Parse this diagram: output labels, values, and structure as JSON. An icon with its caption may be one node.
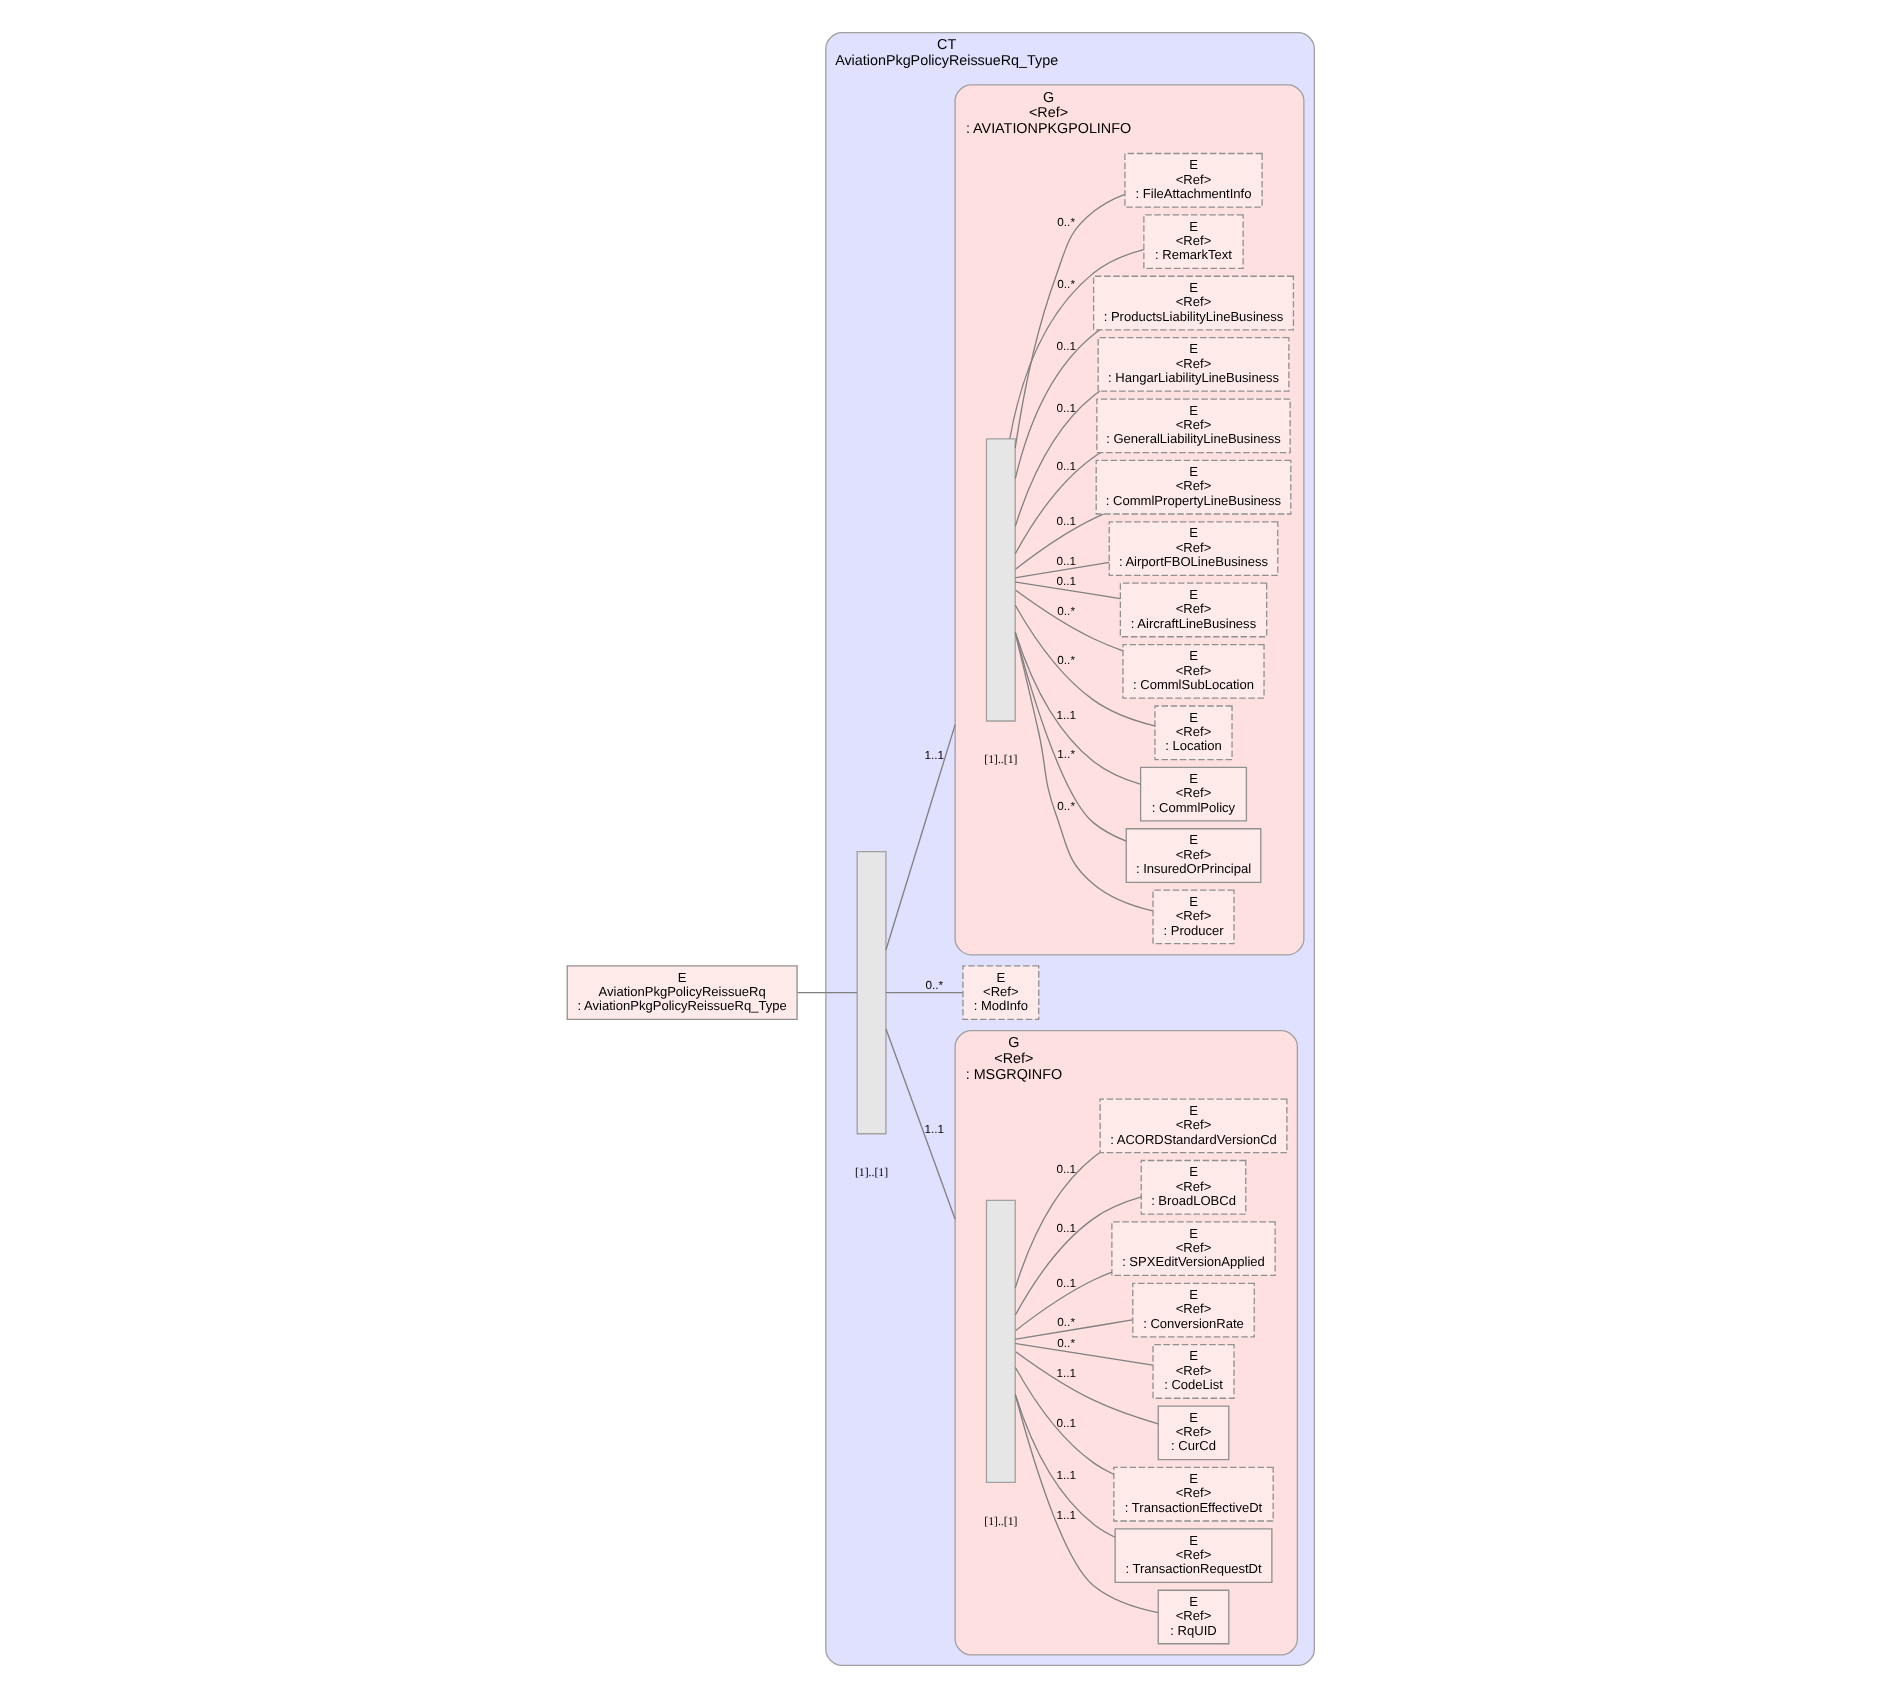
{
  "diagram": {
    "nodes": [
      {
        "text": [
          "E",
          "AviationPkgPolicyReissueRq",
          ": AviationPkgPolicyReissueRq_Type"
        ]
      },
      {
        "text": [
          "CT",
          "AviationPkgPolicyReissueRq_Type"
        ]
      },
      {
        "text": [],
        "shape": "bar",
        "in": 1,
        "beside": [
          "[1]..[1]"
        ]
      },
      {
        "text": [
          "G",
          "<Ref>",
          ": MSGRQINFO"
        ],
        "in": 1
      },
      {
        "text": [],
        "shape": "bar",
        "in": 3,
        "beside": [
          "[1]..[1]"
        ]
      },
      {
        "text": [
          "E",
          "<Ref>",
          ": RqUID"
        ],
        "in": 3
      },
      {
        "text": [
          "E",
          "<Ref>",
          ": TransactionRequestDt"
        ],
        "in": 3
      },
      {
        "text": [
          "E",
          "<Ref>",
          ": TransactionEffectiveDt"
        ],
        "in": 3
      },
      {
        "text": [
          "E",
          "<Ref>",
          ": CurCd"
        ],
        "in": 3
      },
      {
        "text": [
          "E",
          "<Ref>",
          ": CodeList"
        ],
        "in": 3
      },
      {
        "text": [
          "E",
          "<Ref>",
          ": ConversionRate"
        ],
        "in": 3
      },
      {
        "text": [
          "E",
          "<Ref>",
          ": SPXEditVersionApplied"
        ],
        "in": 3
      },
      {
        "text": [
          "E",
          "<Ref>",
          ": BroadLOBCd"
        ],
        "in": 3
      },
      {
        "text": [
          "E",
          "<Ref>",
          ": ACORDStandardVersionCd"
        ],
        "in": 3
      },
      {
        "text": [
          "E",
          "<Ref>",
          ": ModInfo"
        ],
        "in": 1
      },
      {
        "text": [
          "G",
          "<Ref>",
          ": AVIATIONPKGPOLINFO"
        ],
        "in": 1
      },
      {
        "text": [],
        "shape": "bar",
        "in": 15,
        "beside": [
          "[1]..[1]"
        ]
      },
      {
        "text": [
          "E",
          "<Ref>",
          ": Producer"
        ],
        "in": 15
      },
      {
        "text": [
          "E",
          "<Ref>",
          ": InsuredOrPrincipal"
        ],
        "in": 15
      },
      {
        "text": [
          "E",
          "<Ref>",
          ": CommlPolicy"
        ],
        "in": 15
      },
      {
        "text": [
          "E",
          "<Ref>",
          ": Location"
        ],
        "in": 15
      },
      {
        "text": [
          "E",
          "<Ref>",
          ": CommlSubLocation"
        ],
        "in": 15
      },
      {
        "text": [
          "E",
          "<Ref>",
          ": AircraftLineBusiness"
        ],
        "in": 15
      },
      {
        "text": [
          "E",
          "<Ref>",
          ": AirportFBOLineBusiness"
        ],
        "in": 15
      },
      {
        "text": [
          "E",
          "<Ref>",
          ": CommlPropertyLineBusiness"
        ],
        "in": 15
      },
      {
        "text": [
          "E",
          "<Ref>",
          ": GeneralLiabilityLineBusiness"
        ],
        "in": 15
      },
      {
        "text": [
          "E",
          "<Ref>",
          ": HangarLiabilityLineBusiness"
        ],
        "in": 15
      },
      {
        "text": [
          "E",
          "<Ref>",
          ": ProductsLiabilityLineBusiness"
        ],
        "in": 15
      },
      {
        "text": [
          "E",
          "<Ref>",
          ": RemarkText"
        ],
        "in": 15
      },
      {
        "text": [
          "E",
          "<Ref>",
          ": FileAttachmentInfo"
        ],
        "in": 15
      }
    ],
    "edges": [
      {
        "from": 0,
        "to": 2,
        "arrow": "none"
      },
      {
        "from": 2,
        "to": 3,
        "arrow": "none",
        "label": "1..1"
      },
      {
        "from": 2,
        "to": 14,
        "arrow": "none",
        "label": "0..*"
      },
      {
        "from": 2,
        "to": 15,
        "arrow": "none",
        "label": "1..1"
      },
      {
        "from": 4,
        "to": 5,
        "arrow": "none",
        "label": "1..1"
      },
      {
        "from": 4,
        "to": 6,
        "arrow": "none",
        "label": "1..1"
      },
      {
        "from": 4,
        "to": 7,
        "arrow": "none",
        "label": "0..1"
      },
      {
        "from": 4,
        "to": 8,
        "arrow": "none",
        "label": "1..1"
      },
      {
        "from": 4,
        "to": 9,
        "arrow": "none",
        "label": "0..*"
      },
      {
        "from": 4,
        "to": 10,
        "arrow": "none",
        "label": "0..*"
      },
      {
        "from": 4,
        "to": 11,
        "arrow": "none",
        "label": "0..1"
      },
      {
        "from": 4,
        "to": 12,
        "arrow": "none",
        "label": "0..1"
      },
      {
        "from": 4,
        "to": 13,
        "arrow": "none",
        "label": "0..1"
      },
      {
        "from": 16,
        "to": 17,
        "arrow": "none",
        "label": "0..*"
      },
      {
        "from": 16,
        "to": 18,
        "arrow": "none",
        "label": "1..*"
      },
      {
        "from": 16,
        "to": 19,
        "arrow": "none",
        "label": "1..1"
      },
      {
        "from": 16,
        "to": 20,
        "arrow": "none",
        "label": "0..*"
      },
      {
        "from": 16,
        "to": 21,
        "arrow": "none",
        "label": "0..*"
      },
      {
        "from": 16,
        "to": 22,
        "arrow": "none",
        "label": "0..1"
      },
      {
        "from": 16,
        "to": 23,
        "arrow": "none",
        "label": "0..1"
      },
      {
        "from": 16,
        "to": 24,
        "arrow": "none",
        "label": "0..1"
      },
      {
        "from": 16,
        "to": 25,
        "arrow": "none",
        "label": "0..1"
      },
      {
        "from": 16,
        "to": 26,
        "arrow": "none",
        "label": "0..1"
      },
      {
        "from": 16,
        "to": 27,
        "arrow": "none",
        "label": "0..1"
      },
      {
        "from": 16,
        "to": 28,
        "arrow": "none",
        "label": "0..*"
      },
      {
        "from": 16,
        "to": 29,
        "arrow": "none",
        "label": "0..*"
      }
    ]
  }
}
